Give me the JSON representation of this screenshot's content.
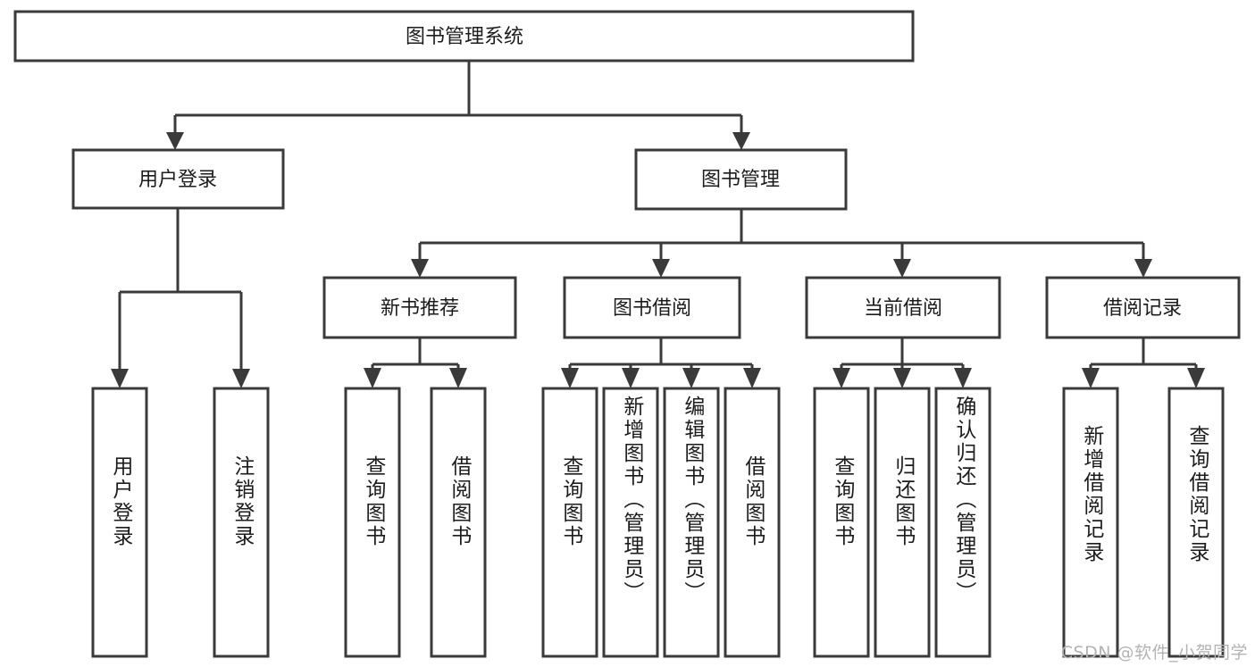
{
  "diagram": {
    "type": "tree",
    "title": "图书管理系统",
    "watermark": "CSDN @软件_小贺同学",
    "colors": {
      "box_stroke": "#3a3a3a",
      "box_fill": "#ffffff",
      "text": "#1c1c1c",
      "connector": "#3a3a3a",
      "background": "#ffffff",
      "watermark": "#b3b3b3"
    },
    "root": {
      "label": "图书管理系统"
    },
    "level1": [
      {
        "label": "用户登录"
      },
      {
        "label": "图书管理"
      }
    ],
    "level2": [
      {
        "label": "新书推荐"
      },
      {
        "label": "图书借阅"
      },
      {
        "label": "当前借阅"
      },
      {
        "label": "借阅记录"
      }
    ],
    "leaves": {
      "user_login": [
        {
          "label": "用户登录"
        },
        {
          "label": "注销登录"
        }
      ],
      "new_book_recommend": [
        {
          "label": "查询图书"
        },
        {
          "label": "借阅图书"
        }
      ],
      "book_borrow": [
        {
          "label": "查询图书"
        },
        {
          "label": "新增图书（管理员）"
        },
        {
          "label": "编辑图书（管理员）"
        },
        {
          "label": "借阅图书"
        }
      ],
      "current_borrow": [
        {
          "label": "查询图书"
        },
        {
          "label": "归还图书"
        },
        {
          "label": "确认归还（管理员）"
        }
      ],
      "borrow_record": [
        {
          "label": "新增借阅记录"
        },
        {
          "label": "查询借阅记录"
        }
      ]
    }
  }
}
